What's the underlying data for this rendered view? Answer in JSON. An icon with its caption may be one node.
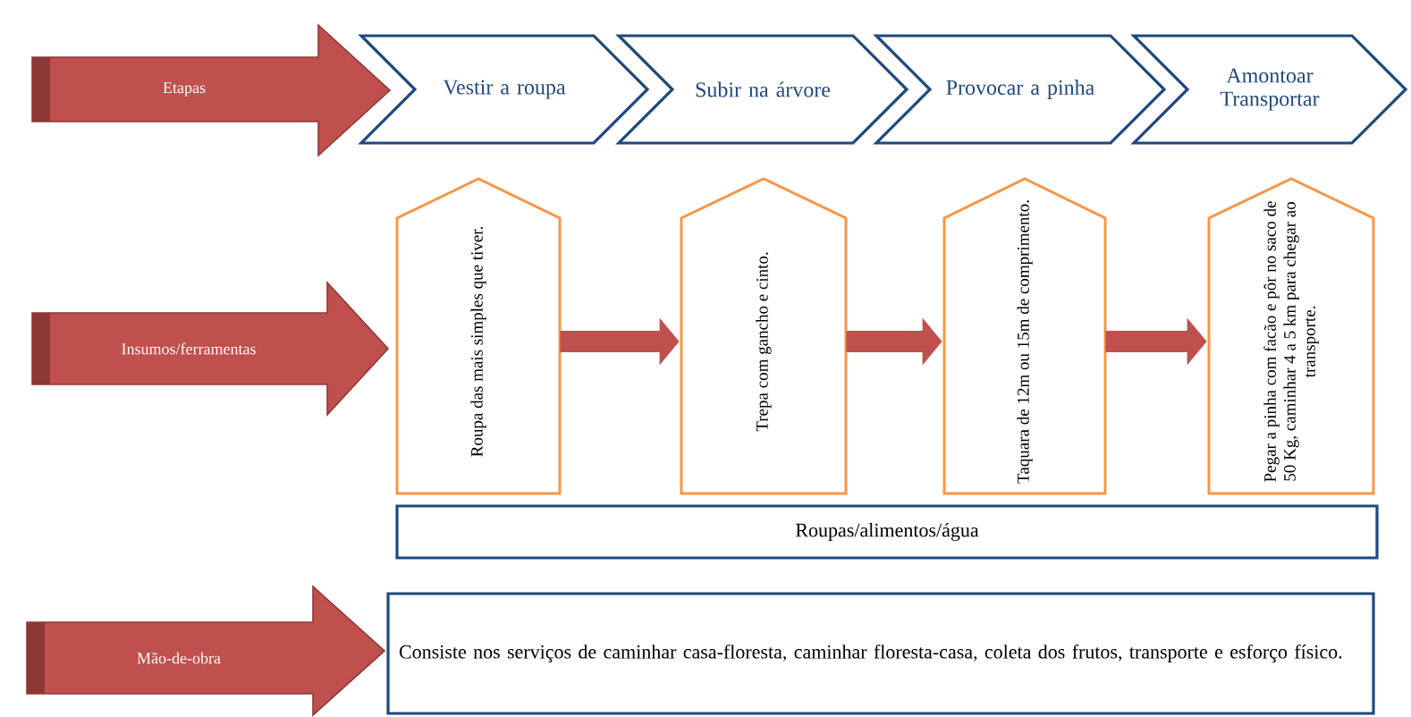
{
  "diagram": {
    "nodes": [
      {
        "text": [
          "Etapas"
        ]
      },
      {
        "text": [
          "Vestir a roupa"
        ]
      },
      {
        "text": [
          "Subir na árvore"
        ]
      },
      {
        "text": [
          "Provocar a pinha"
        ]
      },
      {
        "text": [
          "Amontoar Transportar"
        ]
      },
      {
        "text": [
          "Insumos/ferramentas"
        ]
      },
      {
        "text": [
          "Roupa das mais simples que tiver."
        ]
      },
      {
        "text": [
          "Trepa com gancho e cinto."
        ]
      },
      {
        "text": [
          "Taquara de 12m ou 15m de comprimento."
        ]
      },
      {
        "text": [
          "Pegar a pinha com facão e pôr no saco de 50 Kg, caminhar 4 a 5 km para chegar ao transporte."
        ]
      },
      {
        "text": [
          "Roupas/alimentos/água"
        ]
      },
      {
        "text": [
          "Mão-de-obra"
        ]
      },
      {
        "text": [
          "Consiste nos serviços de caminhar casa-floresta, caminhar floresta-casa, coleta dos frutos, transporte e esforço físico."
        ]
      }
    ],
    "edges": [
      {
        "from": 6,
        "to": 7,
        "arrow": "to"
      },
      {
        "from": 7,
        "to": 8,
        "arrow": "to"
      },
      {
        "from": 8,
        "to": 9,
        "arrow": "to"
      }
    ]
  }
}
